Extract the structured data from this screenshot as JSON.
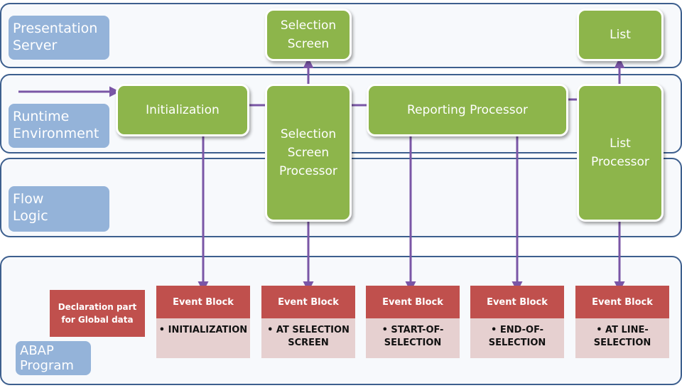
{
  "layers": {
    "presentation": "Presentation\nServer",
    "runtime": "Runtime\nEnvironment",
    "flow": "Flow\nLogic",
    "abap": "ABAP\nProgram"
  },
  "boxes": {
    "selection_screen": "Selection\nScreen",
    "list": "List",
    "initialization": "Initialization",
    "selection_screen_processor": "Selection\nScreen\nProcessor",
    "reporting_processor": "Reporting Processor",
    "list_processor": "List\nProcessor"
  },
  "declaration": "Declaration part\nfor Global data",
  "event_blocks": [
    {
      "title": "Event Block",
      "body": "• INITIALIZATION"
    },
    {
      "title": "Event Block",
      "body": "• AT SELECTION\nSCREEN"
    },
    {
      "title": "Event Block",
      "body": "• START-OF-\nSELECTION"
    },
    {
      "title": "Event Block",
      "body": "• END-OF-\nSELECTION"
    },
    {
      "title": "Event Block",
      "body": "• AT LINE-\nSELECTION"
    }
  ],
  "colors": {
    "band_border": "#3d5f8e",
    "layer_label": "#94b3d9",
    "green_box": "#8db54b",
    "event_head": "#c0504d",
    "event_body": "#e6d0d0",
    "arrow": "#7a56a6"
  }
}
